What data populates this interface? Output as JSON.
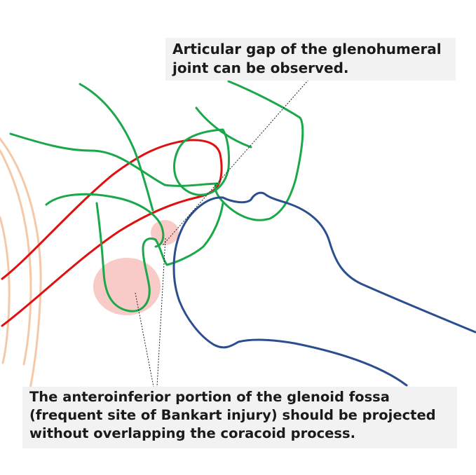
{
  "callouts": {
    "top": [
      "Articular gap of the glenohumeral",
      "joint can be observed."
    ],
    "bottom": [
      "The anteroinferior portion of the glenoid fossa",
      "(frequent site of Bankart injury) should be projected",
      "without overlapping the coracoid process."
    ]
  },
  "colors": {
    "scapula": "#1aa84a",
    "clavicle": "#e01010",
    "humerus": "#2b4f8e",
    "ribs": "#f5c9a8",
    "highlight": "#f6b8b6",
    "callout_bg": "#f2f2f2"
  }
}
